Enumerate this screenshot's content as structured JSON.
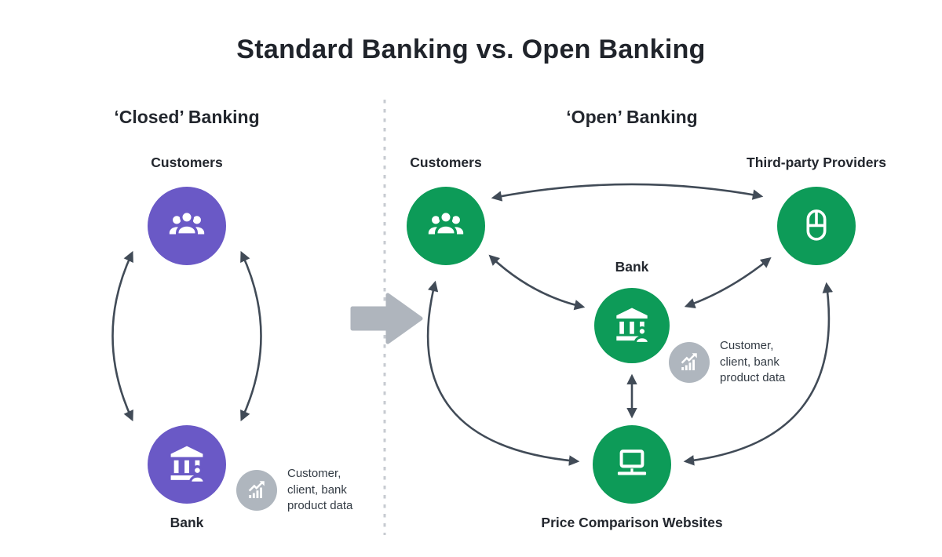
{
  "title": "Standard Banking vs. Open Banking",
  "colors": {
    "purple": "#6a59c6",
    "green": "#0d9b58",
    "arrow": "#414b57",
    "gray_accent": "#afb6be"
  },
  "closed": {
    "header": "‘Closed’ Banking",
    "nodes": {
      "customers": "Customers",
      "bank": "Bank"
    },
    "data_note": {
      "lines": [
        "Customer,",
        "client, bank",
        "product data"
      ]
    }
  },
  "open": {
    "header": "‘Open’ Banking",
    "nodes": {
      "customers": "Customers",
      "third_party": "Third-party Providers",
      "bank": "Bank",
      "price_comparison": "Price Comparison Websites"
    },
    "data_note": {
      "lines": [
        "Customer,",
        "client, bank",
        "product data"
      ]
    }
  }
}
